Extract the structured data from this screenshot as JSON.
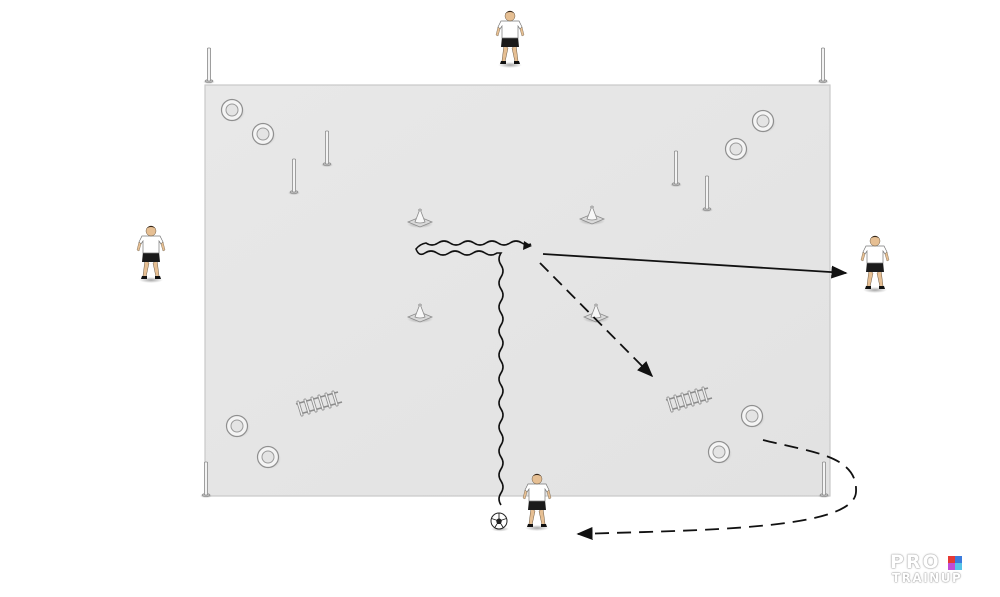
{
  "brand": {
    "line1": "PRO",
    "line2": "TRAINUP",
    "mark_colors": [
      "#e53935",
      "#3b7bdc",
      "#c04bd6",
      "#55c3e8"
    ]
  },
  "colors": {
    "field": "#e6e6e6",
    "field_border": "#c9c9c9",
    "line": "#111111",
    "shirt": "#ffffff",
    "shorts": "#1a1a1a",
    "skin": "#e6bf93"
  },
  "icons": [
    "player-icon",
    "ball-icon",
    "pole-icon",
    "cone-icon",
    "ring-icon",
    "ladder-icon"
  ],
  "paths": [
    "dribble-path",
    "pass-path",
    "run-path",
    "pass-arrow",
    "run-arrow"
  ]
}
